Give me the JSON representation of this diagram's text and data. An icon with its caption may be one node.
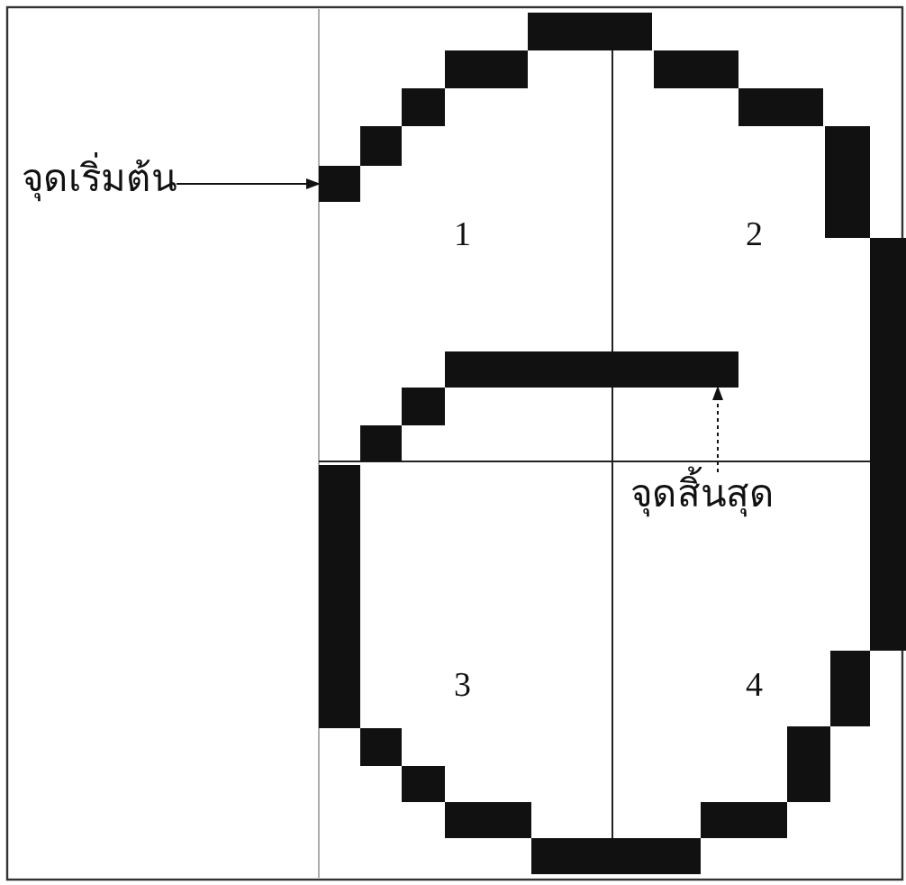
{
  "diagram": {
    "nodes": [
      {
        "text": [
          "จุดเริ่มต้น"
        ]
      },
      {
        "text": [],
        "shape": "box"
      },
      {
        "text": [
          "จุดสิ้นสุด"
        ]
      },
      {
        "text": [],
        "shape": "box"
      }
    ],
    "edges": [
      {
        "from": 0,
        "to": 1,
        "arrow": "to"
      },
      {
        "from": 2,
        "to": 3,
        "arrow": "to",
        "style": "dashed"
      }
    ],
    "labels": [
      "1",
      "2",
      "3",
      "4"
    ]
  }
}
